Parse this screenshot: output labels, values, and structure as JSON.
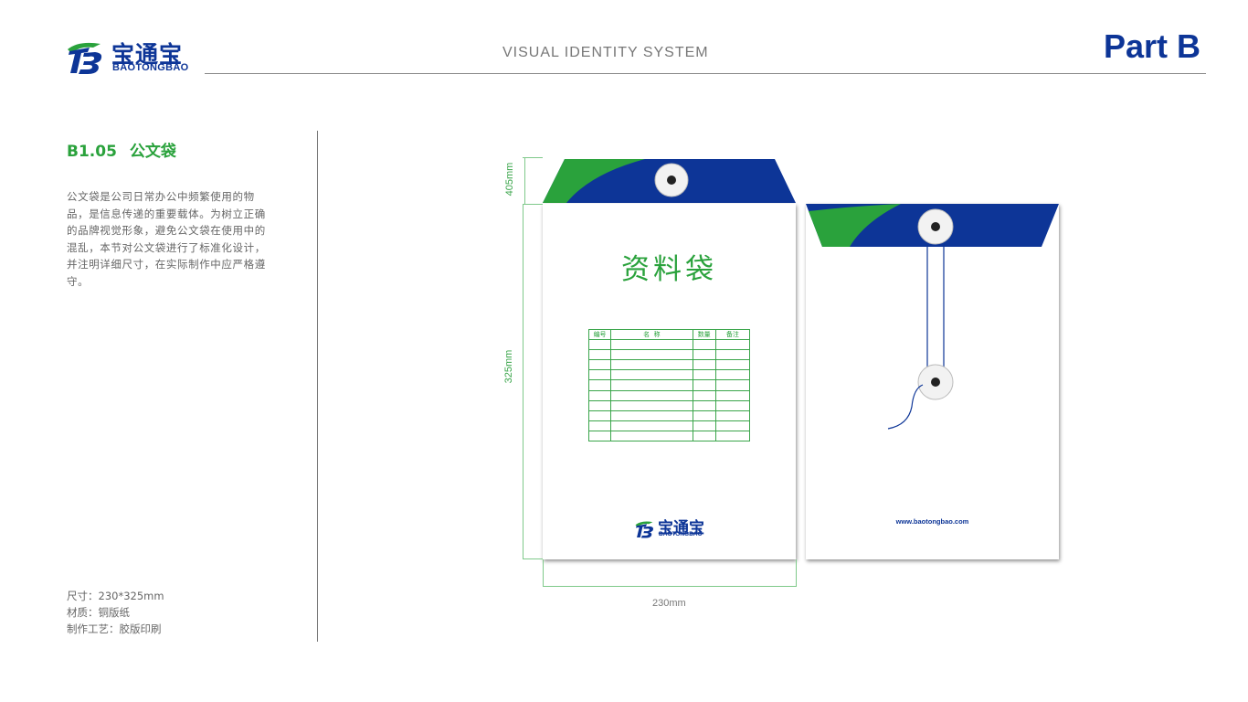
{
  "header": {
    "logo_cn": "宝通宝",
    "logo_en": "BAOTONGBAO",
    "title": "VISUAL IDENTITY SYSTEM",
    "part": "Part B"
  },
  "section": {
    "code": "B1.05",
    "name": "公文袋",
    "description": "公文袋是公司日常办公中频繁使用的物品，是信息传递的重要载体。为树立正确的品牌视觉形象，避免公文袋在使用中的混乱，本节对公文袋进行了标准化设计，并注明详细尺寸，在实际制作中应严格遵守。",
    "specs": [
      "尺寸：230*325mm",
      "材质：铜版纸",
      "制作工艺：胶版印刷"
    ]
  },
  "envelope": {
    "front_title": "资料袋",
    "form_headers": [
      "编号",
      "名  称",
      "数量",
      "备注"
    ],
    "form_rows": 10,
    "logo_cn": "宝通宝",
    "logo_en": "BAOTONGBAO",
    "website": "www.baotongbao.com"
  },
  "dimensions": {
    "flap": "405mm",
    "height": "325mm",
    "width": "230mm"
  },
  "colors": {
    "brand_blue": "#0d3597",
    "brand_green": "#2aa23c"
  }
}
